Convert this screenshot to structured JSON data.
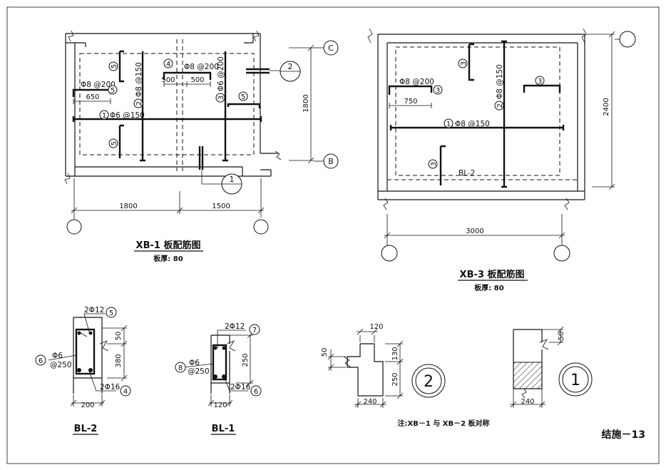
{
  "xb1": {
    "title": "XB-1 板配筋图",
    "thickness": "板厚: 80",
    "axis_c": "C",
    "axis_b": "B",
    "dim_bottom_left": "1800",
    "dim_bottom_right": "1500",
    "dim_right": "1800",
    "rebar_1": "Φ6 @150",
    "rebar_2": "Φ8 @150",
    "rebar_3": "Φ6 @200",
    "rebar_4": "Φ8 @200",
    "rebar_5": "Φ8 @200",
    "d650": "650",
    "d500a": "500",
    "d500b": "500",
    "n1": "1",
    "n2": "2",
    "n3": "3",
    "n4": "4",
    "n5": "5",
    "sec1": "1",
    "sec2": "2"
  },
  "xb3": {
    "title": "XB-3 板配筋图",
    "thickness": "板厚: 80",
    "dim_bottom": "3000",
    "dim_right": "2400",
    "rebar_1": "Φ8 @150",
    "rebar_2": "Φ8 @150",
    "rebar_3": "Φ8 @200",
    "d750": "750",
    "beam": "BL-2",
    "n1": "1",
    "n2": "2",
    "n3": "3"
  },
  "bl2": {
    "title": "BL-2",
    "top": "2Φ12",
    "bottom": "2Φ16",
    "stirrup_a": "Φ6",
    "stirrup_b": "@250",
    "width": "200",
    "h_top": "50",
    "h": "380",
    "n_top": "5",
    "n_bot": "4",
    "n_st": "6"
  },
  "bl1": {
    "title": "BL-1",
    "top": "2Φ12",
    "bottom": "2Φ16",
    "stirrup_a": "Φ6",
    "stirrup_b": "@250",
    "width": "120",
    "h": "250",
    "n_top": "7",
    "n_bot": "6",
    "n_st": "8"
  },
  "detail2": {
    "w_top": "120",
    "h_top": "50",
    "h1": "130",
    "h2": "250",
    "w_bot": "240",
    "num": "2"
  },
  "detail1": {
    "h_top": "50",
    "w_bot": "240",
    "num": "1"
  },
  "note": "注:XB－1 与 XB－2 板对称",
  "sheet_no": "结施－13"
}
